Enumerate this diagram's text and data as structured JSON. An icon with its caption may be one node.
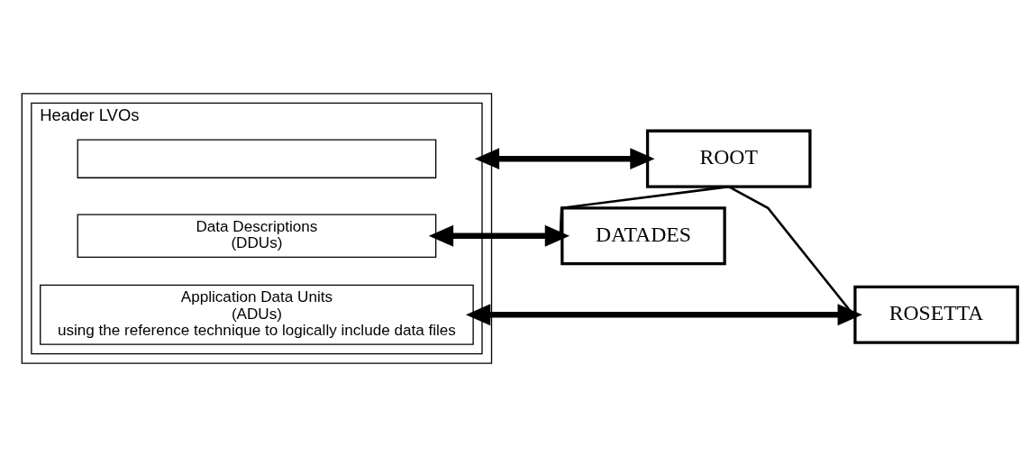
{
  "diagram": {
    "nodes": [
      {
        "text": [],
        "shape": "box"
      },
      {
        "text": [
          "Header LVOs"
        ],
        "in": 0
      },
      {
        "text": [],
        "shape": "box",
        "in": 1
      },
      {
        "text": [
          "Data Descriptions",
          "(DDUs)"
        ],
        "in": 1
      },
      {
        "text": [
          "Application Data Units",
          "(ADUs)",
          "using the reference technique to logically include data files"
        ],
        "in": 1
      },
      {
        "text": [
          "ROOT"
        ]
      },
      {
        "text": [
          "DATADES"
        ]
      },
      {
        "text": [
          "ROSETTA"
        ]
      }
    ],
    "edges": [
      {
        "from": 1,
        "to": 5,
        "arrow": "both"
      },
      {
        "from": 3,
        "to": 6,
        "arrow": "both"
      },
      {
        "from": 4,
        "to": 7,
        "arrow": "both"
      },
      {
        "from": 5,
        "to": 6,
        "arrow": "none"
      },
      {
        "from": 5,
        "to": 7,
        "arrow": "none"
      }
    ]
  }
}
